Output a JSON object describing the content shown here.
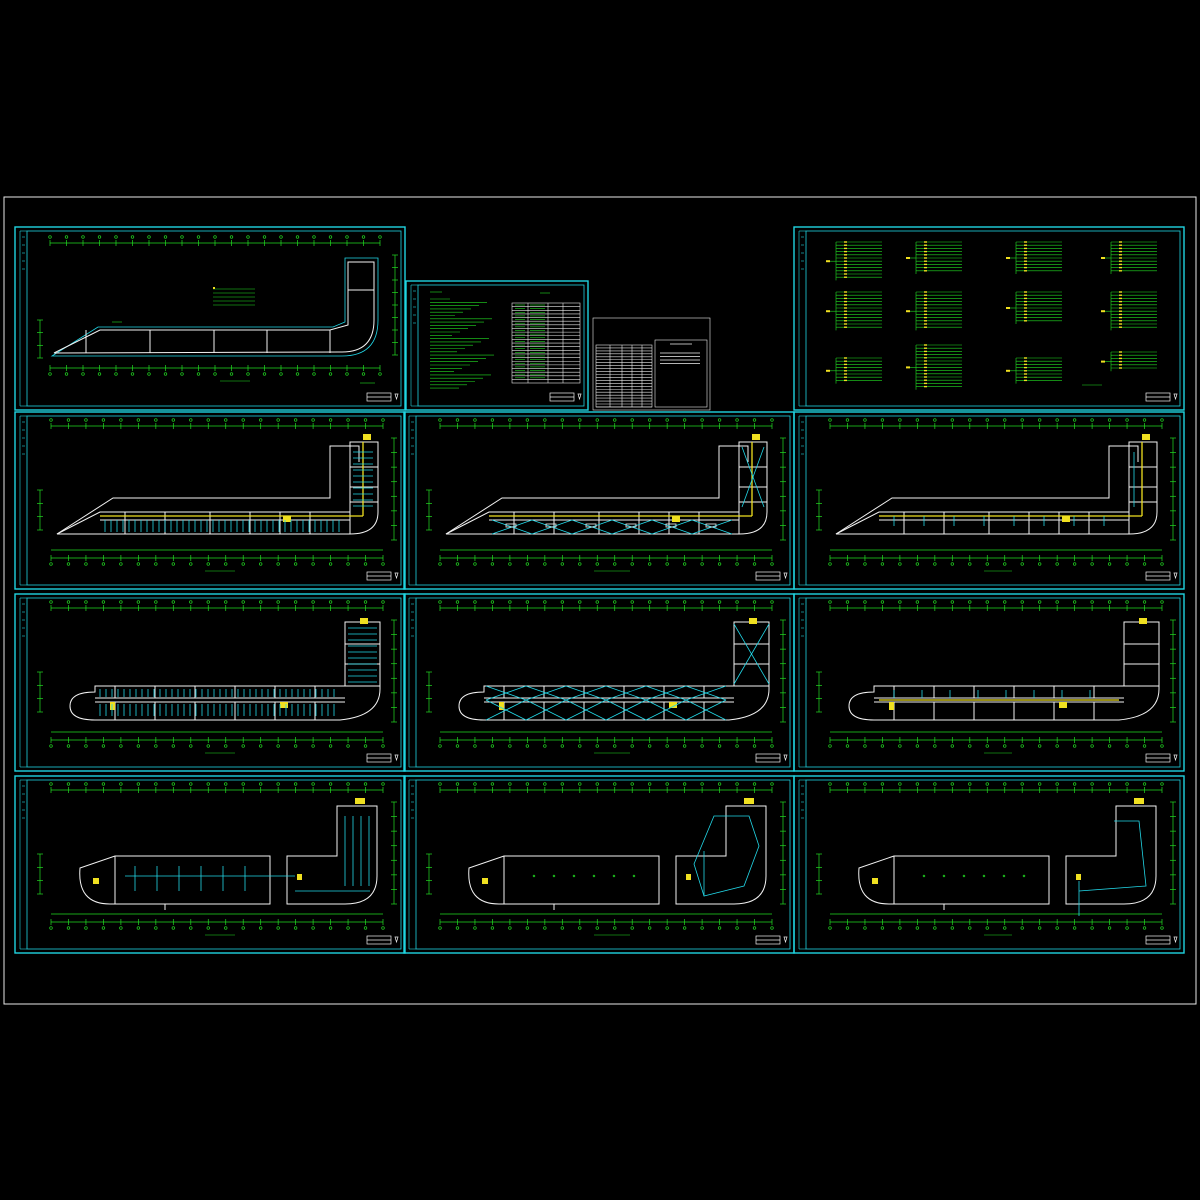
{
  "drawing": {
    "background": "#000000",
    "colors": {
      "frame": "#20d4e0",
      "dimension": "#22dd22",
      "wall": "#f2f2f2",
      "wiring": "#22d8e8",
      "equipment": "#f0e020"
    },
    "sheets": [
      {
        "id": "site-plan",
        "type": "site"
      },
      {
        "id": "design-notes",
        "type": "notes"
      },
      {
        "id": "equipment-table",
        "type": "table"
      },
      {
        "id": "distribution-diagrams",
        "type": "schematic"
      },
      {
        "id": "floor-plan-r1c1",
        "type": "plan",
        "variant": "straight",
        "density": "dense"
      },
      {
        "id": "floor-plan-r1c2",
        "type": "plan",
        "variant": "straight",
        "density": "cross"
      },
      {
        "id": "floor-plan-r1c3",
        "type": "plan",
        "variant": "straight",
        "density": "light"
      },
      {
        "id": "floor-plan-r2c1",
        "type": "plan",
        "variant": "rounded",
        "density": "dense"
      },
      {
        "id": "floor-plan-r2c2",
        "type": "plan",
        "variant": "rounded",
        "density": "cross"
      },
      {
        "id": "floor-plan-r2c3",
        "type": "plan",
        "variant": "rounded",
        "density": "light"
      },
      {
        "id": "floor-plan-r3c1",
        "type": "plan",
        "variant": "split",
        "density": "dense"
      },
      {
        "id": "floor-plan-r3c2",
        "type": "plan",
        "variant": "split",
        "density": "cross"
      },
      {
        "id": "floor-plan-r3c3",
        "type": "plan",
        "variant": "split",
        "density": "light"
      }
    ]
  }
}
